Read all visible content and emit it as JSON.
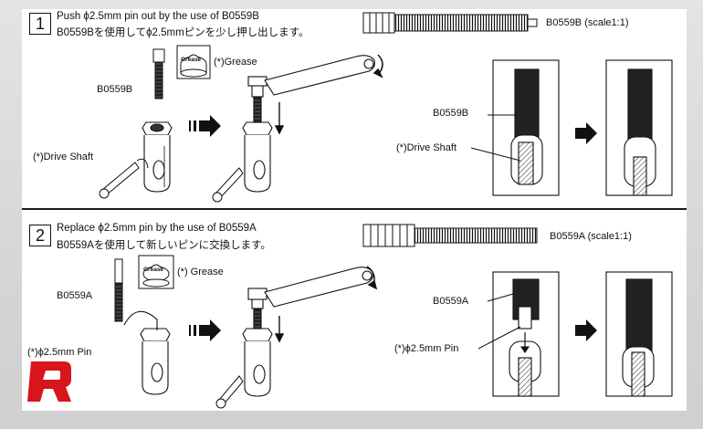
{
  "steps": [
    {
      "number": "1",
      "instruction_en": "Push  ϕ2.5mm pin out by the use of B0559B",
      "instruction_ja": "B0559Bを使用してϕ2.5mmピンを少し押し出します。",
      "tool_label": "B0559B",
      "grease_label": "(*)Grease",
      "grease_tin_text": "Grease",
      "part_label": "(*)Drive Shaft",
      "scale_label": "B0559B (scale1:1)",
      "detail_tool_label": "B0559B",
      "detail_part_label": "(*)Drive Shaft"
    },
    {
      "number": "2",
      "instruction_en": "Replace  ϕ2.5mm pin by the use of B0559A",
      "instruction_ja": "B0559Aを使用して新しいピンに交換します。",
      "tool_label": "B0559A",
      "grease_label": "(*) Grease",
      "grease_tin_text": "Grease",
      "part_label": "(*)ϕ2.5mm Pin",
      "scale_label": "B0559A (scale1:1)",
      "detail_tool_label": "B0559A",
      "detail_part_label": "(*)ϕ2.5mm Pin"
    }
  ],
  "logo": {
    "name": "red-rc-logo",
    "color": "#d8141c"
  },
  "colors": {
    "ink": "#111111",
    "background": "#ffffff",
    "frame": "#d6d6d6"
  }
}
